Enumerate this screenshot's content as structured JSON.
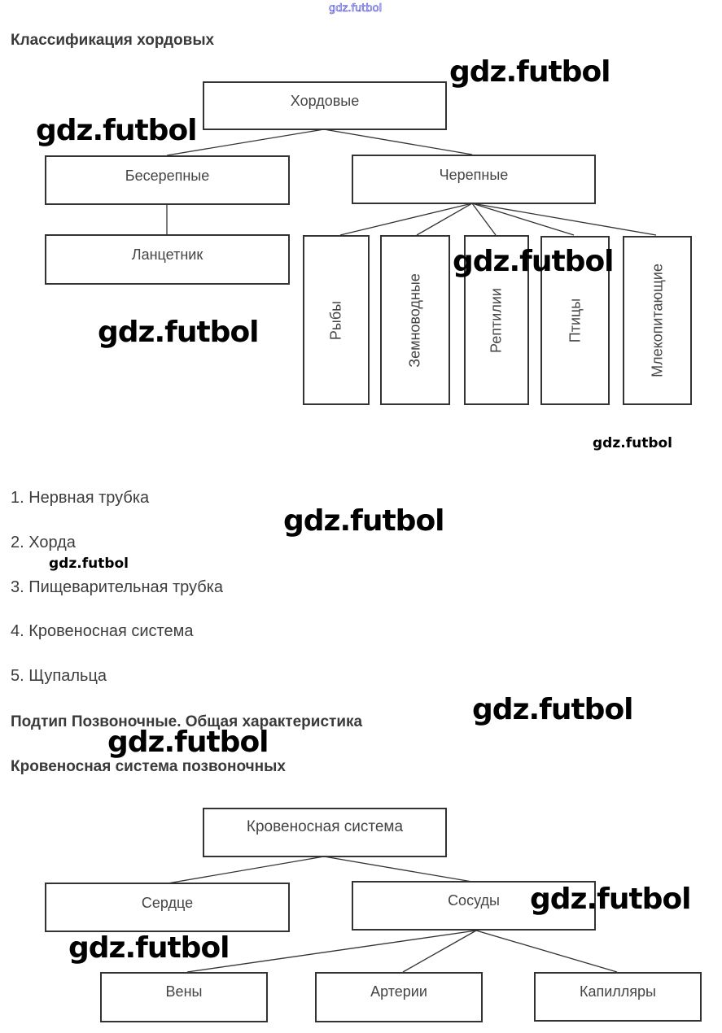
{
  "watermark_text": "gdz.futbol",
  "section1": {
    "heading": "Классификация хордовых",
    "diagram": {
      "root": "Хордовые",
      "branches": [
        {
          "label": "Бесерепные",
          "children": [
            "Ланцетник"
          ]
        },
        {
          "label": "Черепные",
          "children": [
            "Рыбы",
            "Земноводные",
            "Рептилии",
            "Птицы",
            "Млекопитающие"
          ]
        }
      ]
    }
  },
  "list": {
    "items": [
      "1. Нервная трубка",
      "2. Хорда",
      "3. Пищеварительная трубка",
      "4. Кровеносная система",
      "5. Щупальца"
    ]
  },
  "section2": {
    "heading": "Подтип Позвоночные. Общая характеристика"
  },
  "section3": {
    "heading": "Кровеносная система позвоночных",
    "diagram": {
      "root": "Кровеносная система",
      "branches": [
        {
          "label": "Сердце",
          "children": []
        },
        {
          "label": "Сосуды",
          "children": [
            "Вены",
            "Артерии",
            "Капилляры"
          ]
        }
      ]
    }
  },
  "colors": {
    "line": "#333333",
    "text": "#444444",
    "watermark_top_outline": "#3b3bd0"
  }
}
